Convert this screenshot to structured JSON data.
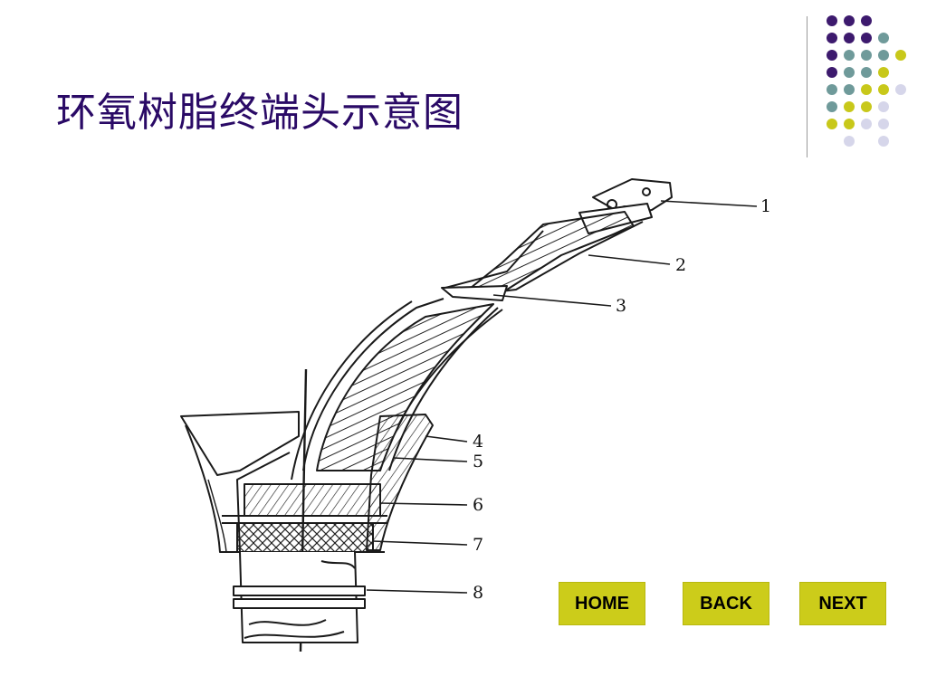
{
  "slide": {
    "title": "环氧树脂终端头示意图"
  },
  "diagram": {
    "callouts": [
      "1",
      "2",
      "3",
      "4",
      "5",
      "6",
      "7",
      "8"
    ]
  },
  "nav": {
    "home_label": "HOME",
    "back_label": "BACK",
    "next_label": "NEXT"
  },
  "colors": {
    "title": "#2a0a66",
    "button": "#cccc1a",
    "dot_purple": "#3d1a6e",
    "dot_teal": "#6f9a9a",
    "dot_olive": "#c8c81a",
    "dot_lavender": "#d6d6ea"
  }
}
